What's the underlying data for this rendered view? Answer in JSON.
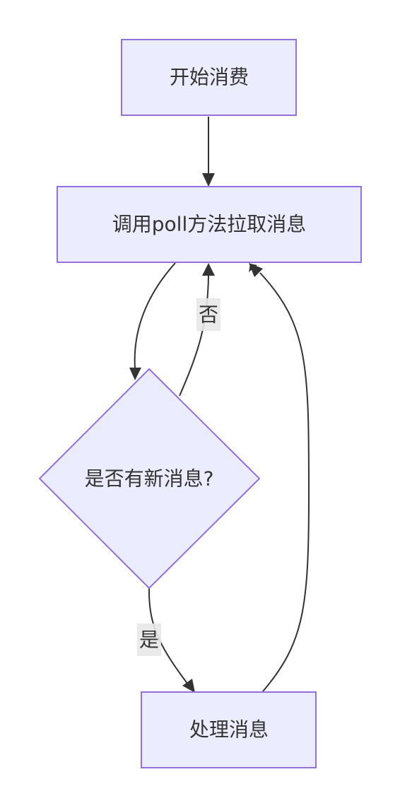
{
  "nodes": {
    "start": {
      "label": "开始消费",
      "shape": "rectangle"
    },
    "poll": {
      "label": "调用poll方法拉取消息",
      "shape": "rectangle"
    },
    "decision": {
      "label": "是否有新消息?",
      "shape": "diamond"
    },
    "process": {
      "label": "处理消息",
      "shape": "rectangle"
    }
  },
  "edges": [
    {
      "from": "start",
      "to": "poll",
      "label": ""
    },
    {
      "from": "poll",
      "to": "decision",
      "label": ""
    },
    {
      "from": "decision",
      "to": "poll",
      "label": "否"
    },
    {
      "from": "decision",
      "to": "process",
      "label": "是"
    },
    {
      "from": "process",
      "to": "poll",
      "label": ""
    }
  ],
  "colors": {
    "node_fill": "#ececff",
    "node_stroke": "#9370db",
    "edge": "#333333",
    "text": "#333333",
    "edge_label_bg": "#e8e8e8"
  }
}
